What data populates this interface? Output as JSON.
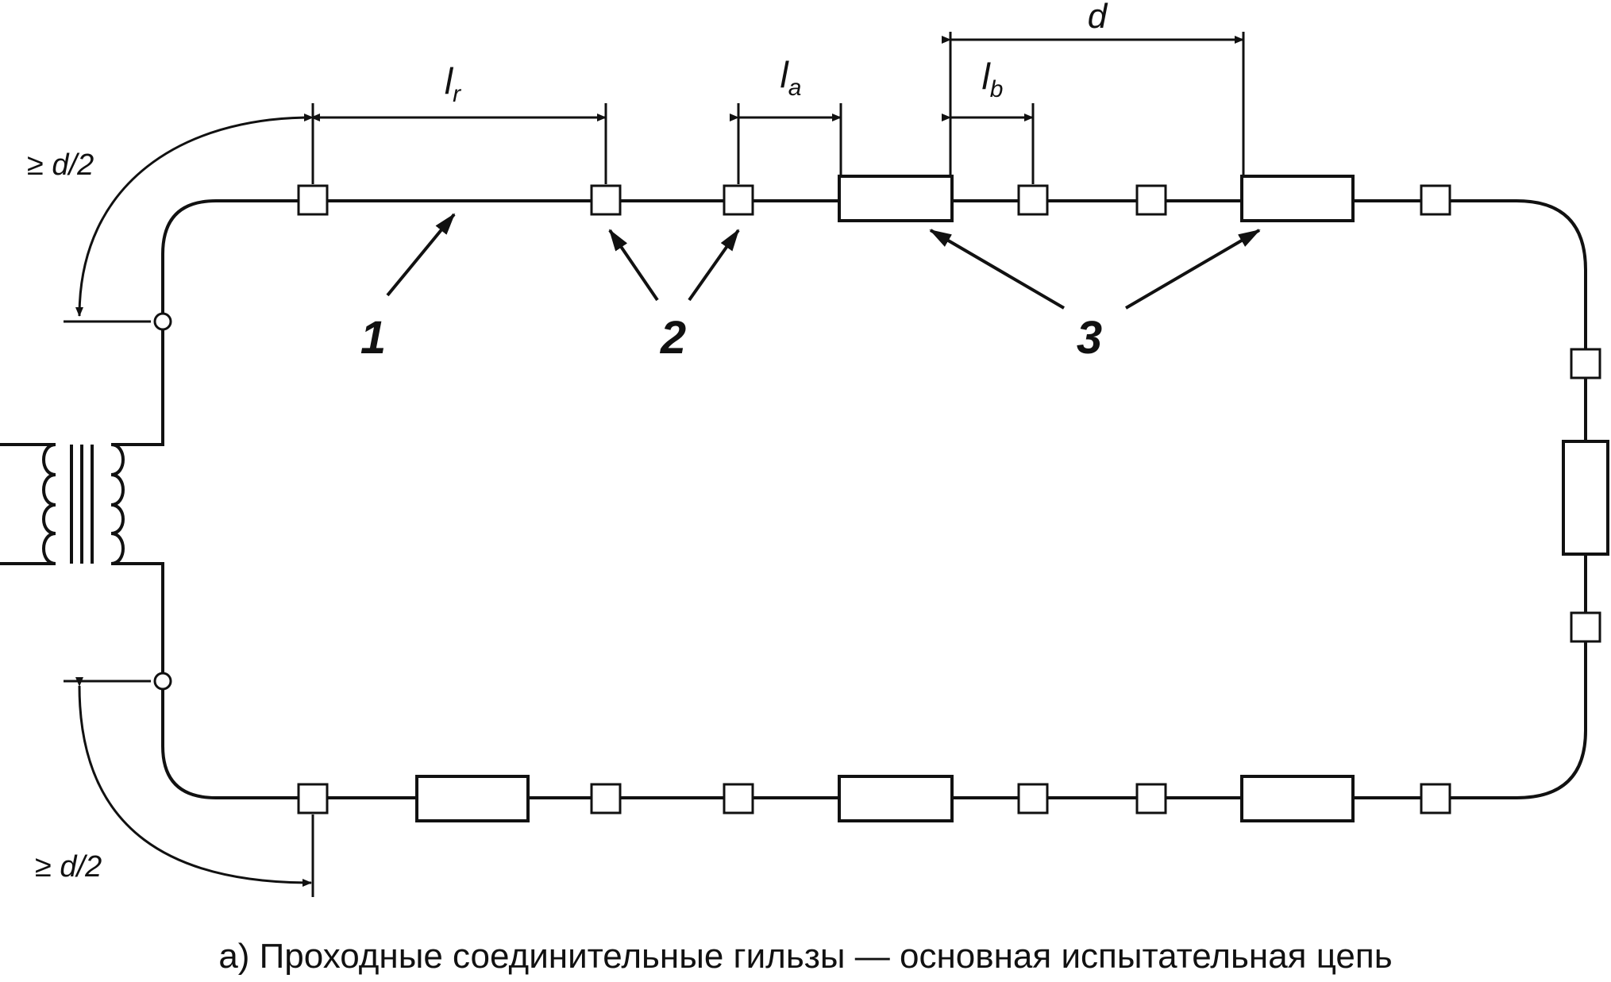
{
  "labels": {
    "d": "d",
    "lr_main": "l",
    "lr_sub": "r",
    "la_main": "l",
    "la_sub": "a",
    "lb_main": "l",
    "lb_sub": "b",
    "top_left_dist": "≥ d/2",
    "bottom_left_dist": "≥ d/2",
    "callout_1": "1",
    "callout_2": "2",
    "callout_3": "3"
  },
  "caption": "а) Проходные соединительные гильзы — основная испытательная цепь",
  "colors": {
    "line": "#111111",
    "background": "#ffffff"
  }
}
